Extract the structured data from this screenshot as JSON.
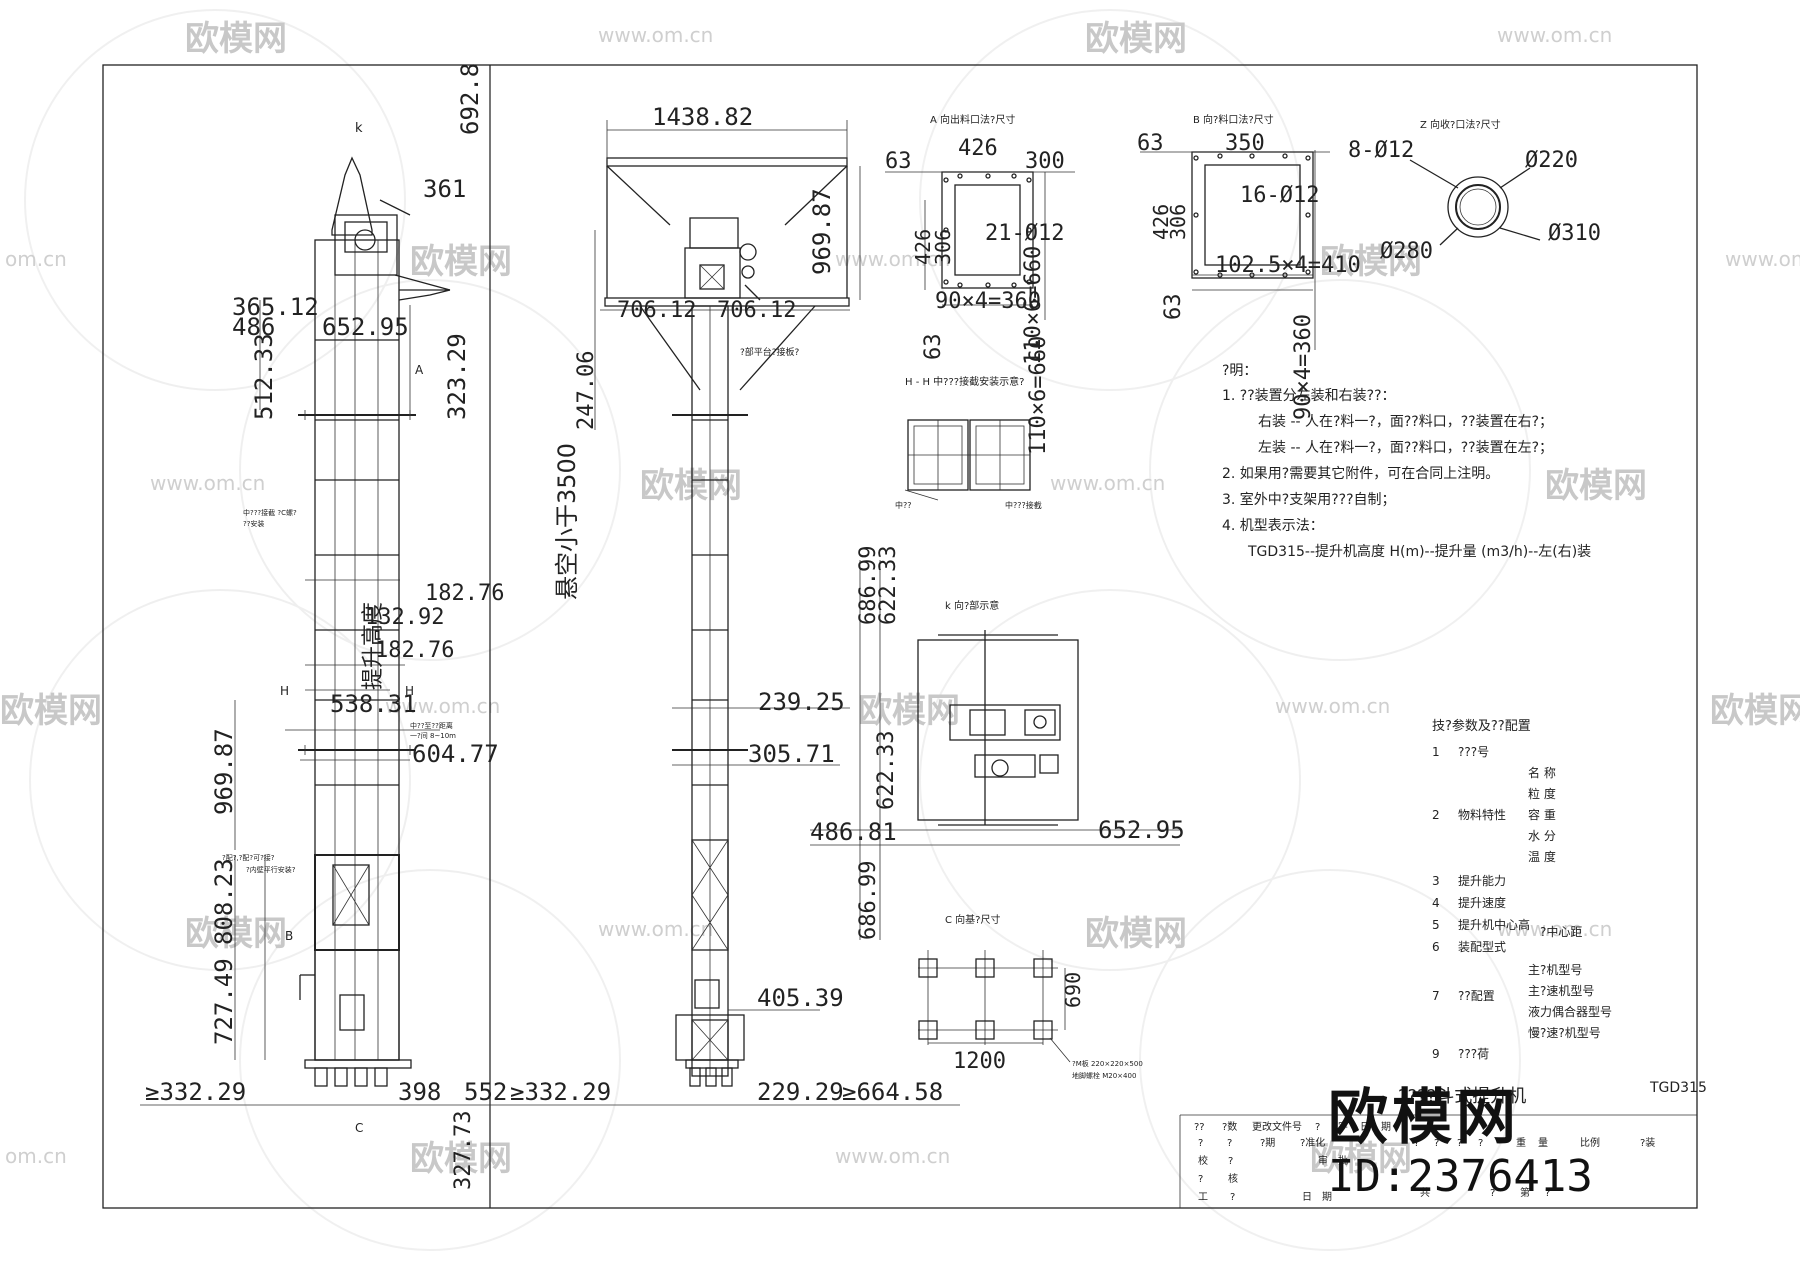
{
  "watermarks": {
    "brand": "欧模网",
    "url": "www.om.cn",
    "side": "om.cn"
  },
  "views": {
    "a": "A 向出料口法?尺寸",
    "b": "B 向?料口法?尺寸",
    "z": "Z 向收?口法?尺寸",
    "hh": "H - H 中???接截安装示意?",
    "k": "k 向?部示意",
    "c": "C 向基?尺寸",
    "k_mark": "k",
    "a_mark": "A",
    "h_mark_l": "H",
    "h_mark_r": "H",
    "b_mark": "B",
    "c_mark": "C"
  },
  "dims": {
    "top_width": "1438.82",
    "right_height": "969.87",
    "d706a": "706.12",
    "d706b": "706.12",
    "top_total": "692.8",
    "d361": "361",
    "d365": "365.12",
    "d486": "486",
    "d652": "652.95",
    "d512": "512.33",
    "d323": "323.29",
    "d247": "247.06",
    "hang": "悬空小于3500",
    "lift_height": "提升高度",
    "d182a": "182.76",
    "d132": "132.92",
    "d182b": "182.76",
    "d538": "538.31",
    "d604": "604.77",
    "d239": "239.25",
    "d305": "305.71",
    "left_969": "969.87",
    "d808": "808.23",
    "d727": "727.49",
    "d405": "405.39",
    "d332a": "≥332.29",
    "d398": "398",
    "d332b": "≥332.29",
    "d229": "229.29",
    "d664": "≥664.58",
    "d5522": "552",
    "d327": "327.73",
    "a63": "63",
    "a426": "426",
    "a300": "300",
    "a426v": "426",
    "a306": "306",
    "a21": "21-Ø12",
    "a90": "90×4=360",
    "a63v": "63",
    "a666": "110×6=660",
    "b63": "63",
    "b350": "350",
    "b426": "426",
    "b306": "306",
    "b16": "16-Ø12",
    "b102": "102.5×4=410",
    "b90": "90×4=360",
    "b63v": "63",
    "z8": "8-Ø12",
    "z220": "Ø220",
    "z310": "Ø310",
    "z280": "Ø280",
    "hh_left": "中??",
    "hh_right": "中???接截",
    "hh_dim": "110×6=660",
    "k686a": "686.99",
    "k622a": "622.33",
    "k622b": "622.33",
    "k486": "486.81",
    "k652": "652.95",
    "k686b": "686.99",
    "c690": "690",
    "c1200": "1200",
    "c_note1": "?M板 220×220×500",
    "c_note2": "地脚螺栓  M20×400",
    "callout1": "中???接截  ?C螺?",
    "callout1b": "??安装",
    "callout2": "中??至??距离",
    "callout2b": "一?间 8~10m",
    "callout3": "?部平台?接板?",
    "callout4": "?配?,?配?可?接?",
    "callout4b": "?内壁平行安装?"
  },
  "notes": {
    "title": "?明：",
    "items": [
      "1. ??装置分左装和右装??：",
      "右装 -- 人在?料一?，面??料口，??装置在右?；",
      "左装 -- 人在?料一?，面??料口，??装置在左?；",
      "2. 如果用?需要其它附件，可在合同上注明。",
      "3. 室外中?支架用???自制；",
      "4. 机型表示法：",
      "TGD315--提升机高度  H(m)--提升量 (m3/h)--左(右)装"
    ]
  },
  "params": {
    "title": "技?参数及??配置",
    "rows": [
      {
        "no": "1",
        "label": "???号",
        "sub": []
      },
      {
        "no": "2",
        "label": "物料特性",
        "sub": [
          "名  称",
          "粒  度",
          "容  重",
          "水  分",
          "温  度"
        ]
      },
      {
        "no": "3",
        "label": "提升能力",
        "sub": []
      },
      {
        "no": "4",
        "label": "提升速度",
        "sub": []
      },
      {
        "no": "5",
        "label": "提升机中心高",
        "sub": [
          "?中心距"
        ]
      },
      {
        "no": "6",
        "label": "装配型式",
        "sub": []
      },
      {
        "no": "7",
        "label": "??配置",
        "sub": [
          "主?机型号",
          "主?速机型号",
          "液力偶合器型号",
          "慢?速?机型号"
        ]
      },
      {
        "no": "9",
        "label": "???荷",
        "sub": []
      }
    ]
  },
  "titleblock": {
    "name": "????斗式提升机",
    "code": "TGD315",
    "row1": [
      "??",
      "?数",
      "更改文件号",
      "?",
      "字",
      "日",
      "期"
    ],
    "row2": [
      "?",
      "?",
      "?期",
      "?准化",
      "?",
      "?",
      "?",
      "?",
      "重",
      "量",
      "比例",
      "?装"
    ],
    "row3": [
      "校",
      "?",
      "审",
      "批"
    ],
    "row4": [
      "?",
      "核"
    ],
    "row5": [
      "工",
      "?",
      "日",
      "期",
      "共",
      "?",
      "第",
      "?"
    ]
  },
  "corner": {
    "brand": "欧模网",
    "id": "ID:2376413"
  }
}
